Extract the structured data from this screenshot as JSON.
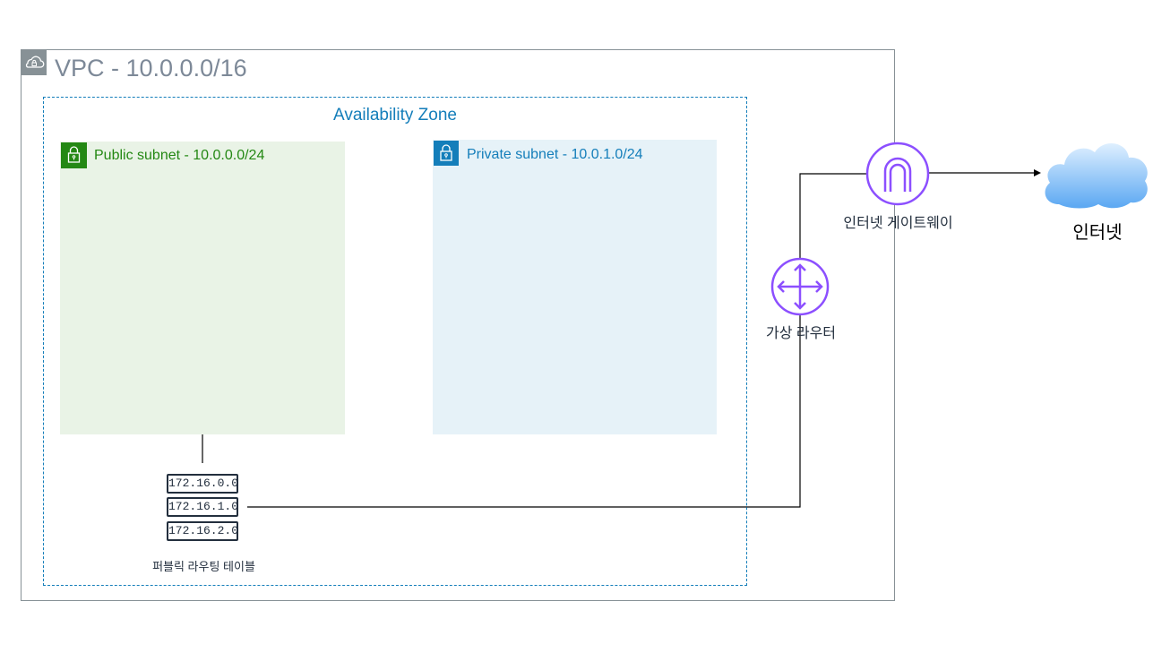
{
  "vpc": {
    "label": "VPC - 10.0.0.0/16"
  },
  "availability_zone": {
    "label": "Availability Zone"
  },
  "public_subnet": {
    "label": "Public subnet - 10.0.0.0/24"
  },
  "private_subnet": {
    "label": "Private subnet - 10.0.1.0/24"
  },
  "route_table": {
    "label": "퍼블릭 라우팅 테이블",
    "rows": [
      "172.16.0.0",
      "172.16.1.0",
      "172.16.2.0"
    ]
  },
  "internet_gateway": {
    "label": "인터넷 게이트웨이"
  },
  "virtual_router": {
    "label": "가상 라우터"
  },
  "internet": {
    "label": "인터넷"
  },
  "colors": {
    "vpc_gray": "#879196",
    "az_blue": "#147eba",
    "public_green": "#248814",
    "private_blue": "#147eba",
    "network_purple": "#8c4fff"
  },
  "icons": [
    "cloud-lock-icon",
    "lock-icon",
    "internet-gateway-icon",
    "router-icon",
    "cloud-icon",
    "route-table-icon"
  ]
}
